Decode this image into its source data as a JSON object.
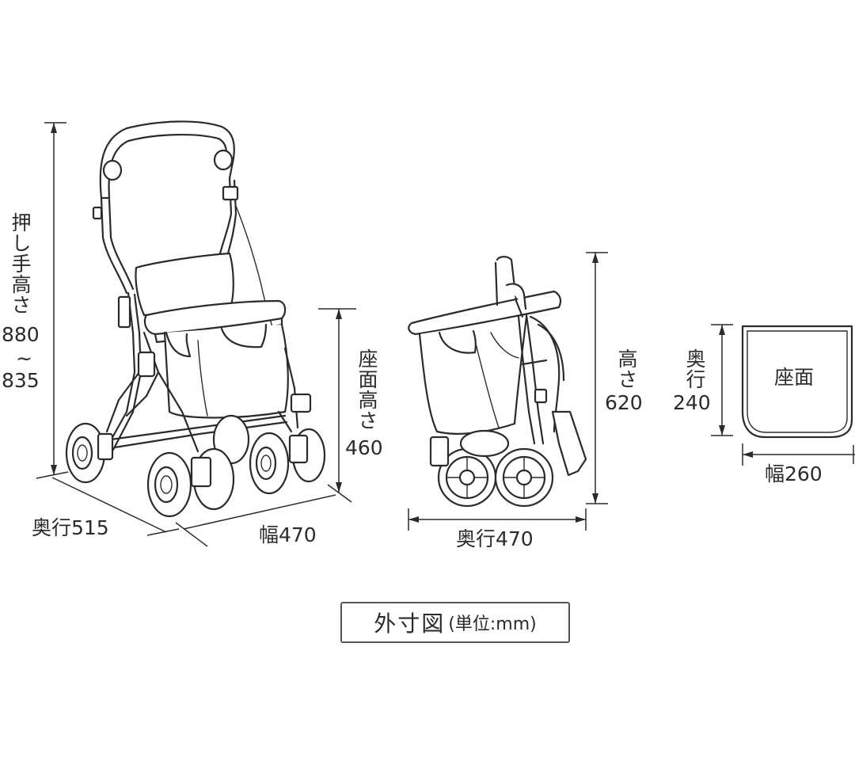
{
  "dimensions": {
    "push_handle_height_label": "押し手高さ",
    "push_handle_height_max": "880",
    "push_handle_height_sep": "~",
    "push_handle_height_min": "835",
    "depth_open": "奥行515",
    "width_open": "幅470",
    "seat_height_label": "座面高さ",
    "seat_height_value": "460",
    "folded_height_label": "高さ",
    "folded_height_value": "620",
    "folded_depth": "奥行470",
    "seat_depth_label": "奥行",
    "seat_depth_value": "240",
    "seat_label": "座面",
    "seat_width": "幅260"
  },
  "caption": {
    "main": "外寸図",
    "unit": "(単位:mm)"
  },
  "colors": {
    "line": "#2b2b2b",
    "background": "#ffffff"
  }
}
